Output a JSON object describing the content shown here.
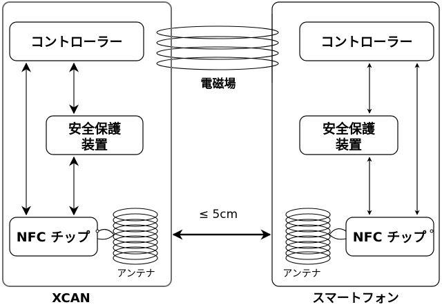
{
  "diagram": {
    "em_field_label": "電磁場",
    "distance_label": "≤ 5cm",
    "devices": [
      {
        "id": "xcan",
        "caption": "XCAN",
        "controller_label": "コントローラー",
        "safety_label_line1": "安全保護",
        "safety_label_line2": "装置",
        "nfc_label": "NFC チップ",
        "antenna_label": "アンテナ"
      },
      {
        "id": "smartphone",
        "caption": "スマートフォン",
        "controller_label": "コントローラー",
        "safety_label_line1": "安全保護",
        "safety_label_line2": "装置",
        "nfc_label": "NFC チップ",
        "antenna_label": "アンテナ"
      }
    ],
    "colors": {
      "stroke": "#000000",
      "left_arrow_stroke": "#6e6e6e",
      "background": "#ffffff"
    }
  }
}
